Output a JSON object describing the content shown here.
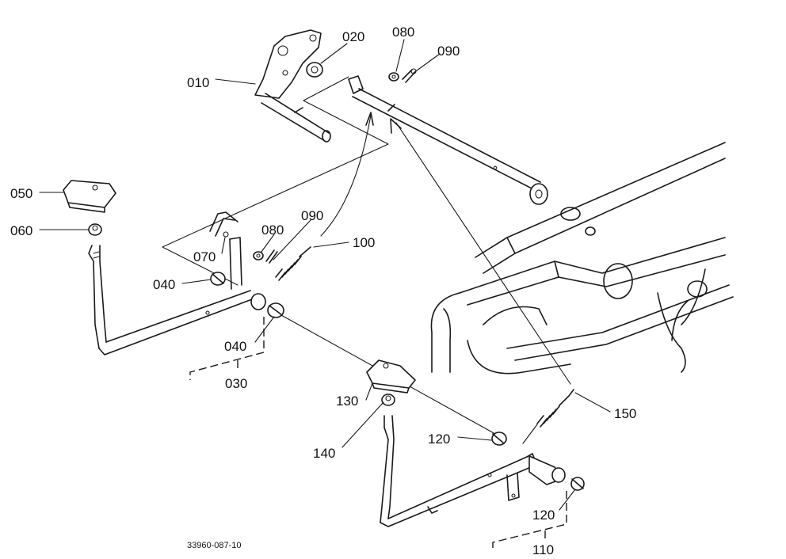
{
  "diagram": {
    "code": "33960-087-10",
    "parts": [
      {
        "id": "p010",
        "label": "010"
      },
      {
        "id": "p020",
        "label": "020"
      },
      {
        "id": "p080a",
        "label": "080"
      },
      {
        "id": "p090a",
        "label": "090"
      },
      {
        "id": "p050",
        "label": "050"
      },
      {
        "id": "p060",
        "label": "060"
      },
      {
        "id": "p070",
        "label": "070"
      },
      {
        "id": "p080b",
        "label": "080"
      },
      {
        "id": "p090b",
        "label": "090"
      },
      {
        "id": "p100",
        "label": "100"
      },
      {
        "id": "p040a",
        "label": "040"
      },
      {
        "id": "p040b",
        "label": "040"
      },
      {
        "id": "p030",
        "label": "030"
      },
      {
        "id": "p130",
        "label": "130"
      },
      {
        "id": "p140",
        "label": "140"
      },
      {
        "id": "p150",
        "label": "150"
      },
      {
        "id": "p120a",
        "label": "120"
      },
      {
        "id": "p120b",
        "label": "120"
      },
      {
        "id": "p110",
        "label": "110"
      }
    ]
  }
}
